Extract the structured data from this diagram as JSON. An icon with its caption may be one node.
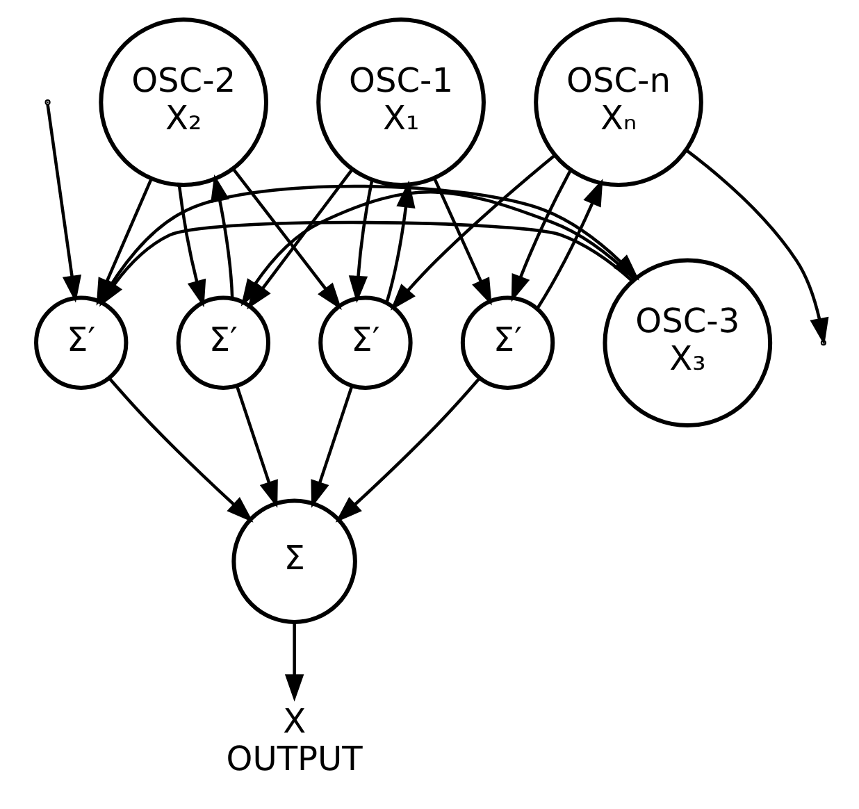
{
  "diagram": {
    "nodes": [
      {
        "text": [
          "OSC-1",
          "X₁"
        ]
      },
      {
        "text": [
          "OSC-n",
          "Xₙ"
        ]
      },
      {
        "text": [
          "OSC-2",
          "X₂"
        ]
      },
      {
        "text": [
          "Σ′"
        ]
      },
      {
        "text": [
          "Σ′"
        ]
      },
      {
        "text": [
          "Σ′"
        ]
      },
      {
        "text": [
          "Σ′"
        ]
      },
      {
        "text": [
          "OSC-3",
          "X₃"
        ]
      },
      {
        "text": [
          "Σ"
        ]
      },
      {
        "text": [
          "X",
          "OUTPUT"
        ]
      }
    ],
    "edges": [
      {
        "from": 0,
        "to": 4,
        "arrow": "to"
      },
      {
        "from": 4,
        "to": 0,
        "arrow": "to"
      },
      {
        "from": 0,
        "to": 3,
        "arrow": "to"
      },
      {
        "from": 0,
        "to": 5,
        "arrow": "to"
      },
      {
        "from": 1,
        "to": 4,
        "arrow": "to"
      },
      {
        "from": 1,
        "to": 3,
        "arrow": "to"
      },
      {
        "from": 3,
        "to": 1,
        "arrow": "to"
      },
      {
        "from": 1,
        "to": null,
        "arrow": "to"
      },
      {
        "from": 2,
        "to": 4,
        "arrow": "to"
      },
      {
        "from": 2,
        "to": 5,
        "arrow": "to"
      },
      {
        "from": 5,
        "to": 2,
        "arrow": "to"
      },
      {
        "from": 2,
        "to": 6,
        "arrow": "to"
      },
      {
        "from": 7,
        "to": 6,
        "arrow": "to"
      },
      {
        "from": 6,
        "to": 7,
        "arrow": "to"
      },
      {
        "from": 7,
        "to": 5,
        "arrow": "to"
      },
      {
        "from": null,
        "to": 6,
        "arrow": "to"
      },
      {
        "from": 3,
        "to": 8,
        "arrow": "to"
      },
      {
        "from": 4,
        "to": 8,
        "arrow": "to"
      },
      {
        "from": 5,
        "to": 8,
        "arrow": "to"
      },
      {
        "from": 6,
        "to": 8,
        "arrow": "to"
      },
      {
        "from": 8,
        "to": 9,
        "arrow": "to"
      }
    ]
  }
}
